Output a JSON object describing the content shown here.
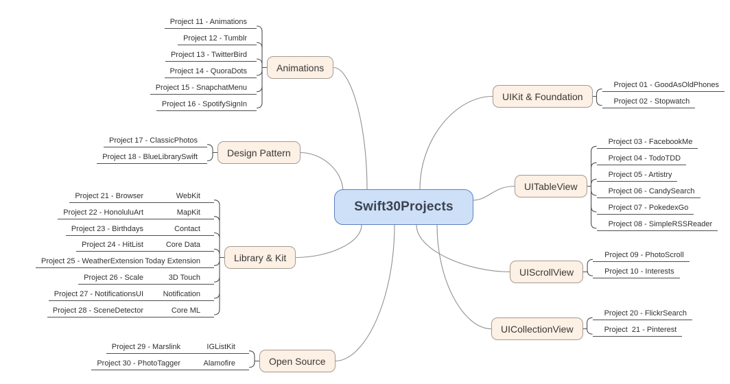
{
  "mindmap": {
    "center": {
      "label": "Swift30Projects"
    },
    "branches": [
      {
        "id": "uikit-foundation",
        "label": "UIKit & Foundation",
        "side": "right",
        "leaves": [
          {
            "label": "Project 01 - GoodAsOldPhones"
          },
          {
            "label": "Project 02 - Stopwatch"
          }
        ]
      },
      {
        "id": "uitableview",
        "label": "UITableView",
        "side": "right",
        "leaves": [
          {
            "label": "Project 03 - FacebookMe"
          },
          {
            "label": "Project 04 - TodoTDD"
          },
          {
            "label": "Project 05 - Artistry"
          },
          {
            "label": "Project 06 - CandySearch"
          },
          {
            "label": "Project 07 - PokedexGo"
          },
          {
            "label": "Project 08 - SimpleRSSReader"
          }
        ]
      },
      {
        "id": "uiscrollview",
        "label": "UIScrollView",
        "side": "right",
        "leaves": [
          {
            "label": "Project 09 - PhotoScroll"
          },
          {
            "label": "Project 10 - Interests"
          }
        ]
      },
      {
        "id": "uicollectionview",
        "label": "UICollectionView",
        "side": "right",
        "leaves": [
          {
            "label": "Project 20 - FlickrSearch"
          },
          {
            "label": "Project  21 - Pinterest"
          }
        ]
      },
      {
        "id": "animations",
        "label": "Animations",
        "side": "left",
        "leaves": [
          {
            "label": "Project 11 - Animations"
          },
          {
            "label": "Project 12 - Tumblr"
          },
          {
            "label": "Project 13 - TwitterBird"
          },
          {
            "label": "Project 14 - QuoraDots"
          },
          {
            "label": "Project 15 - SnapchatMenu"
          },
          {
            "label": "Project 16 - SpotifySignIn"
          }
        ]
      },
      {
        "id": "design-pattern",
        "label": "Design Pattern",
        "side": "left",
        "leaves": [
          {
            "label": "Project 17 - ClassicPhotos"
          },
          {
            "label": "Project 18 - BlueLibrarySwift"
          }
        ]
      },
      {
        "id": "library-kit",
        "label": "Library & Kit",
        "side": "left",
        "leaves": [
          {
            "label": "Project 21 - Browser",
            "tag": "WebKit"
          },
          {
            "label": "Project 22 - HonoluluArt",
            "tag": "MapKit"
          },
          {
            "label": "Project 23 - Birthdays",
            "tag": "Contact"
          },
          {
            "label": "Project 24 - HitList",
            "tag": "Core Data"
          },
          {
            "label": "Project 25 - WeatherExtension",
            "tag": "Today Extension"
          },
          {
            "label": "Project 26 - Scale",
            "tag": "3D Touch"
          },
          {
            "label": "Project 27 - NotificationsUI",
            "tag": "Notification"
          },
          {
            "label": "Project 28 - SceneDetector",
            "tag": "Core ML"
          }
        ]
      },
      {
        "id": "open-source",
        "label": "Open Source",
        "side": "left",
        "leaves": [
          {
            "label": "Project 29 - Marslink",
            "tag": "IGListKit"
          },
          {
            "label": "Project 30 - PhotoTagger",
            "tag": "Alamofire"
          }
        ]
      }
    ],
    "colors": {
      "background": "#ffffff",
      "center_fill": "#cde0f8",
      "center_border": "#5b7fc0",
      "center_text": "#3c4350",
      "branch_fill": "#fdf0e4",
      "branch_border": "#a39a90",
      "branch_text": "#383838",
      "leaf_text": "#2f2f2f",
      "leaf_line": "#4d4d4d",
      "curve": "#8f8f8f"
    }
  }
}
